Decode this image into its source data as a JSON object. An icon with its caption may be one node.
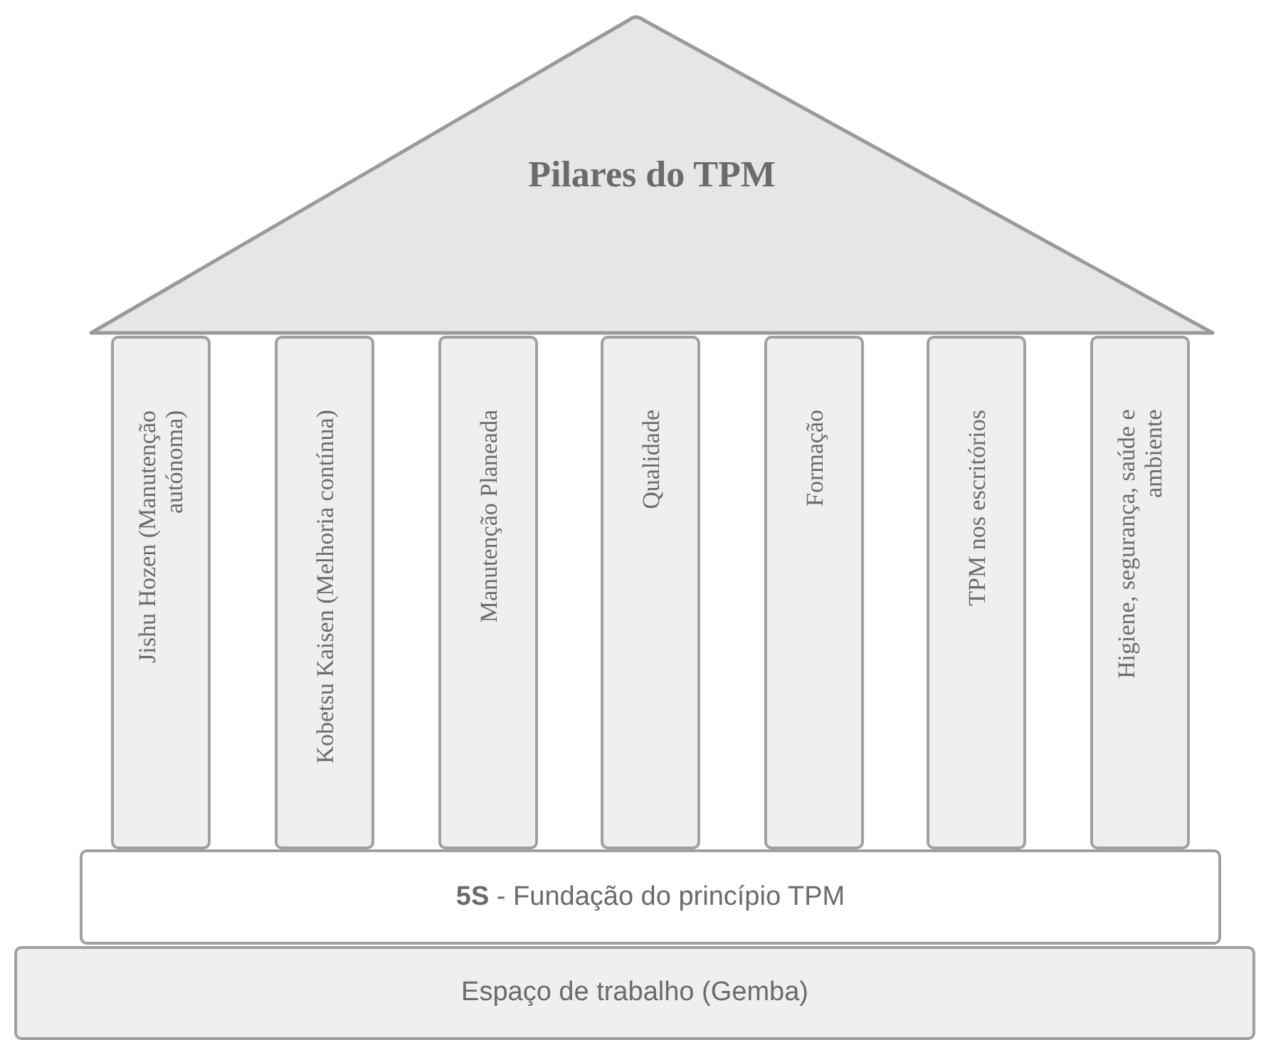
{
  "diagram": {
    "nodes": [
      {
        "text": [
          "Pilares do TPM"
        ]
      },
      {
        "text": [
          "Jishu Hozen (Manutenção autónoma)"
        ]
      },
      {
        "text": [
          "Kobetsu Kaisen (Melhoria contínua)"
        ]
      },
      {
        "text": [
          "Manutenção Planeada"
        ]
      },
      {
        "text": [
          "Qualidade"
        ]
      },
      {
        "text": [
          "Formação"
        ]
      },
      {
        "text": [
          "TPM nos escritórios"
        ]
      },
      {
        "text": [
          "Higiene, segurança, saúde e ambiente"
        ]
      },
      {
        "text": [
          "**5S** - Fundação do princípio TPM"
        ]
      },
      {
        "text": [
          "Espaço de trabalho (Gemba)"
        ]
      }
    ]
  }
}
